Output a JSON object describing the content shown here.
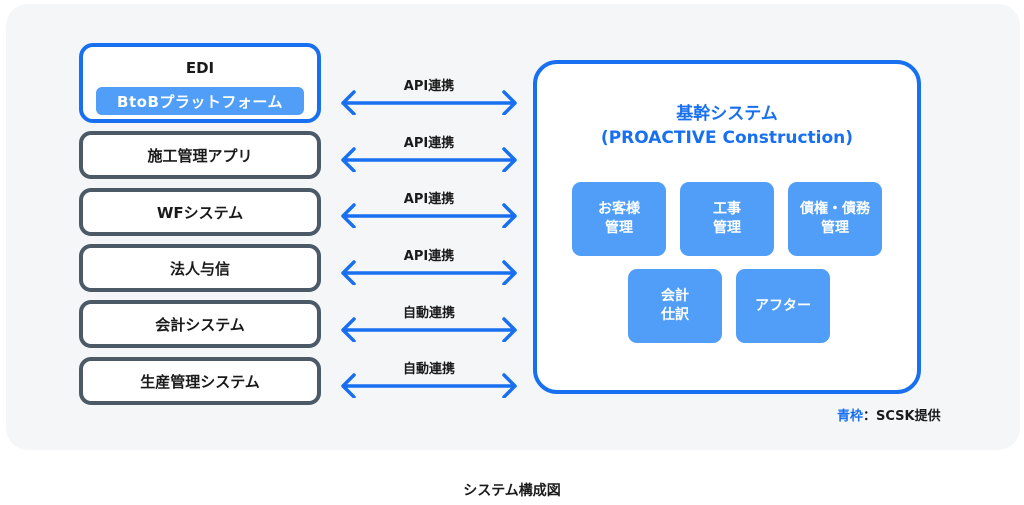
{
  "edi": {
    "title": "EDI",
    "subtitle": "BtoBプラットフォーム"
  },
  "left_systems": [
    {
      "label": "施工管理アプリ"
    },
    {
      "label": "WFシステム"
    },
    {
      "label": "法人与信"
    },
    {
      "label": "会計システム"
    },
    {
      "label": "生産管理システム"
    }
  ],
  "connections": [
    {
      "label": "API連携"
    },
    {
      "label": "API連携"
    },
    {
      "label": "API連携"
    },
    {
      "label": "API連携"
    },
    {
      "label": "自動連携"
    },
    {
      "label": "自動連携"
    }
  ],
  "core": {
    "title_line1": "基幹システム",
    "title_line2": "(PROACTIVE Construction)",
    "modules": [
      {
        "label": "お客様\n管理"
      },
      {
        "label": "工事\n管理"
      },
      {
        "label": "債権・債務\n管理"
      },
      {
        "label": "会計\n仕訳"
      },
      {
        "label": "アフター"
      }
    ]
  },
  "legend": {
    "key": "青枠",
    "separator": "：",
    "text": "SCSK提供"
  },
  "caption": "システム構成図",
  "colors": {
    "accent": "#1870f0",
    "module_fill": "#519ef8",
    "border_gray": "#4b5a66",
    "panel_bg": "#f5f6f8"
  }
}
